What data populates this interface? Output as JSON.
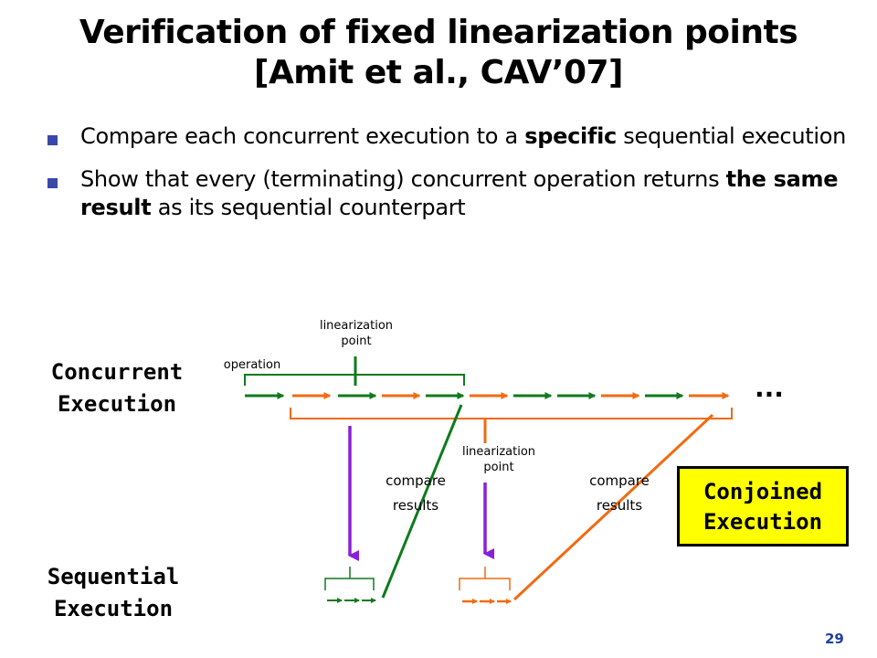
{
  "slide": {
    "title_line1": "Verification of fixed linearization points",
    "title_line2": "[Amit et al., CAV’07]",
    "page_number": "29"
  },
  "bullets": [
    {
      "pre": "Compare each concurrent execution to a ",
      "bold": "specific",
      "post": " sequential execution"
    },
    {
      "pre": "Show that every (terminating) concurrent operation returns ",
      "bold": "the same result",
      "post": " as its sequential counterpart"
    }
  ],
  "diagram": {
    "concurrent_line1": "Concurrent",
    "concurrent_line2": "Execution",
    "sequential_line1": "Sequential",
    "sequential_line2": "Execution",
    "operation_label": "operation",
    "lin_point_top_line1": "linearization",
    "lin_point_top_line2": "point",
    "lin_point_mid_line1": "linearization",
    "lin_point_mid_line2": "point",
    "compare_left_line1": "compare",
    "compare_left_line2": "results",
    "compare_right_line1": "compare",
    "compare_right_line2": "results",
    "ellipsis": "...",
    "conjoined_line1": "Conjoined",
    "conjoined_line2": "Execution",
    "colors": {
      "green": "#0f7a1e",
      "orange": "#f26a10",
      "purple": "#8a1fd8",
      "yellow": "#ffff00",
      "bullet": "#3848a8"
    },
    "concurrent_arrow_colors": [
      "green",
      "orange",
      "green",
      "orange",
      "green",
      "orange",
      "green",
      "green",
      "orange",
      "green",
      "orange"
    ]
  }
}
